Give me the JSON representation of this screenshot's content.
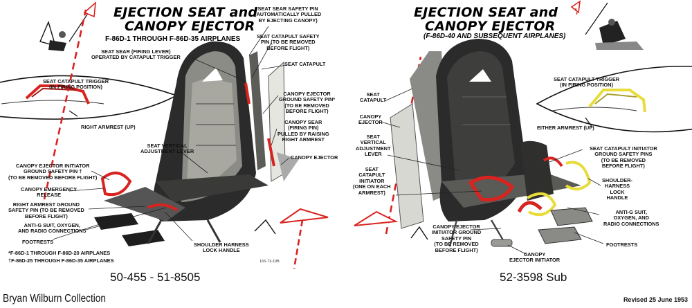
{
  "left": {
    "title_line1": "EJECTION SEAT and",
    "title_line2": "CANOPY EJECTOR",
    "subtitle": "F-86D-1 THROUGH F-86D-35 AIRPLANES",
    "labels": {
      "seat_sear": "SEAT SEAR (FIRING LEVER)\nOPERATED BY CATAPULT TRIGGER",
      "trigger": "SEAT CATAPULT TRIGGER\n(IN FIRING POSITION)",
      "right_armrest": "RIGHT ARMREST (UP)",
      "safety_pin": "SEAT SEAR SAFETY PIN\n(AUTOMATICALLY PULLED\nBY EJECTING CANOPY)",
      "catapult_safety": "SEAT CATAPULT SAFETY\nPIN (TO BE REMOVED\nBEFORE FLIGHT)",
      "seat_catapult": "SEAT CATAPULT",
      "canopy_ground_pin": "CANOPY EJECTOR\nGROUND SAFETY PIN*\n(TO BE REMOVED\nBEFORE FLIGHT)",
      "canopy_sear": "CANOPY SEAR\n(FIRING PIN)\nPULLED BY RAISING\nRIGHT ARMREST",
      "vertical_lever": "SEAT VERTICAL\nADJUSTMENT LEVER",
      "canopy_ejector": "CANOPY EJECTOR",
      "initiator_pin": "CANOPY EJECTOR INITIATOR\nGROUND SAFETY PIN †\n(TO BE REMOVED BEFORE FLIGHT)",
      "emergency_release": "CANOPY EMERGENCY\nRELEASE",
      "armrest_pin": "RIGHT ARMREST GROUND\nSAFETY PIN (TO BE REMOVED\nBEFORE FLIGHT)",
      "anti_g": "ANTI-G SUIT, OXYGEN,\nAND RADIO CONNECTIONS",
      "footrests": "FOOTRESTS",
      "shoulder_handle": "SHOULDER HARNESS\nLOCK HANDLE",
      "note1": "*F-86D-1 THROUGH F-86D-20 AIRPLANES",
      "note2": "†F-86D-25 THROUGH F-86D-35 AIRPLANES",
      "drawing_number": "165-73-19B"
    },
    "serial": "50-455  -  51-8505"
  },
  "right": {
    "title_line1": "EJECTION SEAT and",
    "title_line2": "CANOPY EJECTOR",
    "subtitle": "(F-86D-40 AND SUBSEQUENT AIRPLANES)",
    "labels": {
      "seat_catapult": "SEAT\nCATAPULT",
      "canopy_ejector": "CANOPY\nEJECTOR",
      "vertical_lever": "SEAT\nVERTICAL\nADJUSTMENT\nLEVER",
      "catapult_initiator": "SEAT\nCATAPULT\nINITIATOR\n(ONE ON EACH\nARMREST)",
      "trigger": "SEAT CATAPULT TRIGGER\n(IN FIRING POSITION)",
      "either_armrest": "EITHER ARMREST (UP)",
      "initiator_pins": "SEAT CATAPULT INITIATOR\nGROUND SAFETY PINS\n(TO BE REMOVED\nBEFORE FLIGHT)",
      "shoulder_handle": "SHOULDER-\nHARNESS\nLOCK\nHANDLE",
      "anti_g": "ANTI-G SUIT,\nOXYGEN, AND\nRADIO CONNECTIONS",
      "footrests": "FOOTRESTS",
      "canopy_initiator_pin": "CANOPY EJECTOR\nINITIATOR GROUND\nSAFETY PIN\n(TO BE REMOVED\nBEFORE FLIGHT)",
      "canopy_initiator": "CANOPY\nEJECTOR INITIATOR"
    },
    "serial": "52-3598 Sub"
  },
  "footer": {
    "collection": "Bryan Wilburn Collection",
    "revised": "Revised 25 June 1953"
  },
  "colors": {
    "accent_red": "#d8231f",
    "accent_yellow": "#e8dc3a",
    "seat_dark": "#2b2b2b",
    "seat_mid": "#7a7a74"
  }
}
